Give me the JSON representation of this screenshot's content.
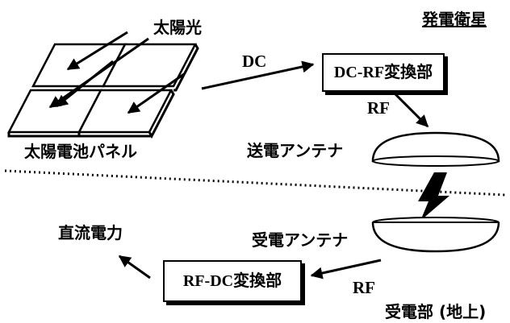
{
  "labels": {
    "satellite": "発電衛星",
    "sunlight": "太陽光",
    "solar_panel": "太陽電池パネル",
    "dc": "DC",
    "dc_rf_converter": "DC-RF変換部",
    "rf_top": "RF",
    "tx_antenna": "送電アンテナ",
    "rx_antenna": "受電アンテナ",
    "dc_power": "直流電力",
    "rf_dc_converter": "RF-DC変換部",
    "rf_bottom": "RF",
    "receiver": "受電部 (地上)"
  }
}
